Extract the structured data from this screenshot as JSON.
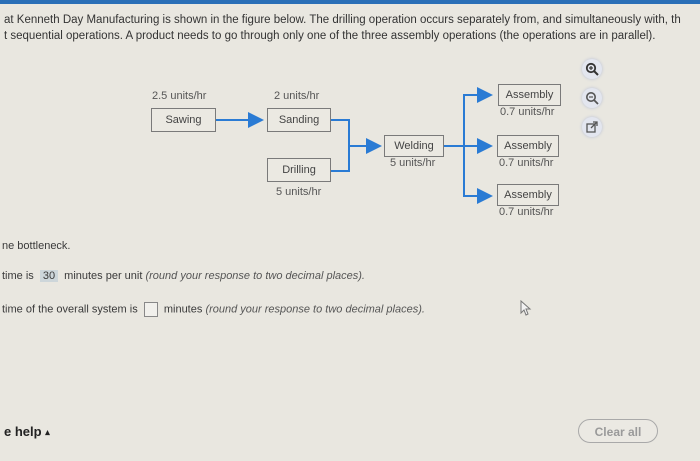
{
  "intro": {
    "line1": "at Kenneth Day Manufacturing is shown in the figure below. The drilling operation occurs separately from, and simultaneously with, th",
    "line2": "t sequential operations. A product needs to go through only one of the three assembly operations (the operations are in parallel)."
  },
  "diagram": {
    "stations": [
      {
        "name": "Sawing",
        "rate": "2.5 units/hr"
      },
      {
        "name": "Sanding",
        "rate": "2 units/hr"
      },
      {
        "name": "Drilling",
        "rate": "5 units/hr"
      },
      {
        "name": "Welding",
        "rate": "5 units/hr"
      },
      {
        "name": "Assembly",
        "rate": "0.7 units/hr"
      },
      {
        "name": "Assembly",
        "rate": "0.7 units/hr"
      },
      {
        "name": "Assembly",
        "rate": "0.7 units/hr"
      }
    ],
    "line_color": "#2a7bd4",
    "tools": [
      "zoom-in-icon",
      "zoom-out-icon",
      "popout-icon"
    ]
  },
  "questions": {
    "q1": "ne bottleneck.",
    "q2_prefix": "time is",
    "q2_value": "30",
    "q2_suffix": "minutes per unit",
    "q2_hint": "(round your response to two decimal places).",
    "q3_prefix": "time of the overall system is",
    "q3_value": "",
    "q3_suffix": "minutes",
    "q3_hint": "(round your response to two decimal places)."
  },
  "footer": {
    "help_label": "e help",
    "help_caret": "▴",
    "clear_all_label": "Clear all"
  }
}
